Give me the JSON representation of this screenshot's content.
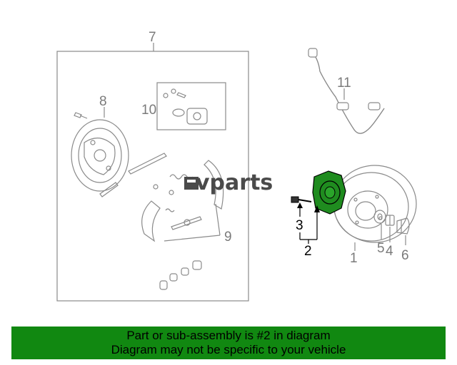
{
  "callouts": {
    "c1": "1",
    "c2": "2",
    "c3": "3",
    "c4": "4",
    "c5": "5",
    "c6": "6",
    "c7": "7",
    "c8": "8",
    "c9": "9",
    "c10": "10",
    "c11": "11"
  },
  "watermark": "vparts",
  "banner": {
    "line1": "Part or sub-assembly is #2 in diagram",
    "line2": "Diagram may not be specific to your vehicle"
  },
  "colors": {
    "banner_bg": "#118811",
    "highlight_part": "#1f8c1f",
    "line_art": "#8a8a8a"
  }
}
